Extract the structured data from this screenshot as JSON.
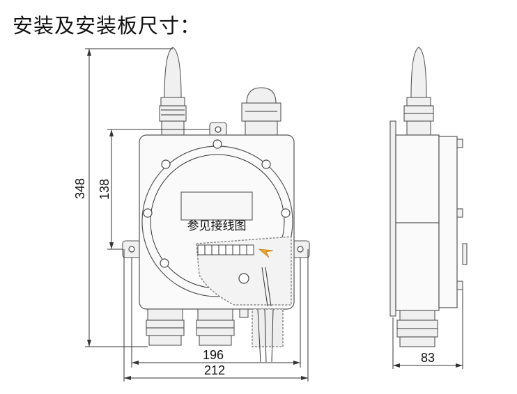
{
  "title": "安装及安装板尺寸：",
  "front_view": {
    "label": "参见接线图",
    "dim_total_height": "348",
    "dim_bracket_height": "138",
    "dim_bracket_width": "196",
    "dim_total_width": "212"
  },
  "side_view": {
    "dim_depth": "83"
  }
}
